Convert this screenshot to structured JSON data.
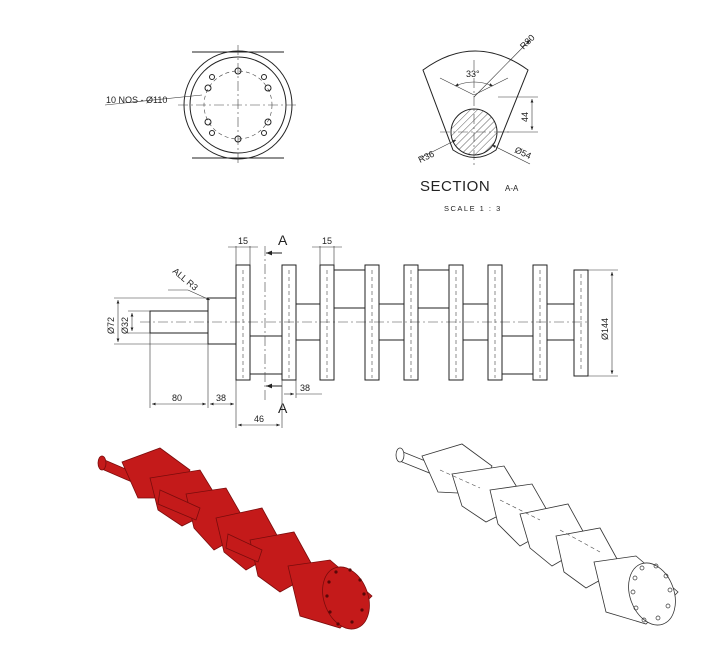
{
  "end_view": {
    "hole_callout": "10 NOS - Ø110"
  },
  "section": {
    "title": "SECTION",
    "title_suffix": "A-A",
    "scale": "SCALE 1 : 3",
    "dims": {
      "radius_outer": "R80",
      "angle": "33°",
      "height": "44",
      "radius_pin": "R36",
      "dia_pin": "Ø54"
    }
  },
  "front_view": {
    "cut_label_top": "A",
    "cut_label_bottom": "A",
    "fillet_note": "ALL R3",
    "dims": {
      "web_thk_left": "15",
      "web_thk_right": "15",
      "dia_72": "Ø72",
      "dia_32": "Ø32",
      "len_80": "80",
      "len_38_left": "38",
      "len_38_right": "38",
      "len_46": "46",
      "dia_144": "Ø144"
    }
  },
  "colors": {
    "iso_red": "#c41a1a",
    "iso_dark": "#7a0c0c",
    "line": "#222222"
  }
}
